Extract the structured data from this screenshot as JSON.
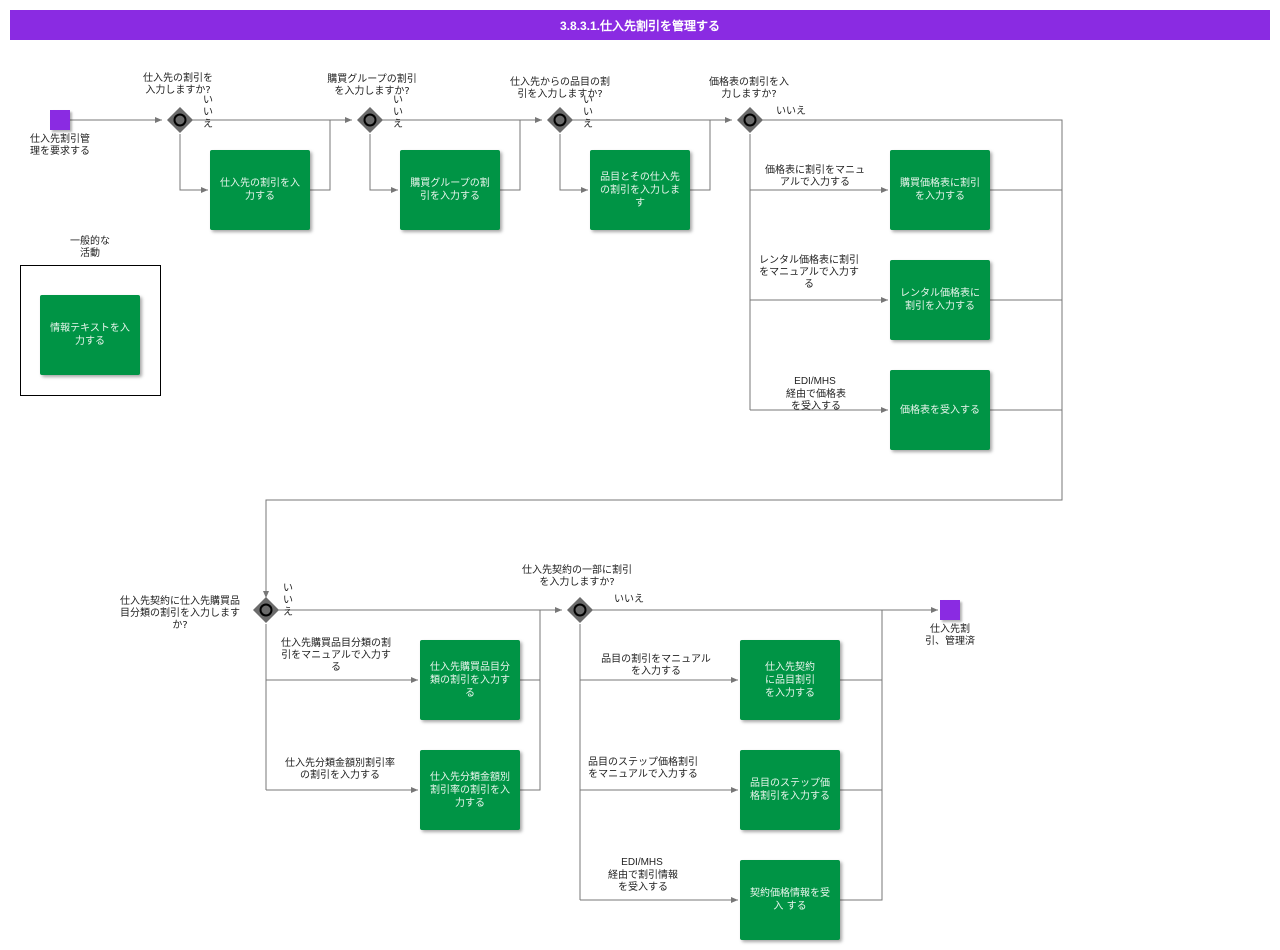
{
  "title": "3.8.3.1.仕入先割引を管理する",
  "start_event": {
    "label": "仕入先割引管\n理を要求する"
  },
  "end_event": {
    "label": "仕入先割\n引、管理済"
  },
  "legend": {
    "title": "一般的な\n活動",
    "task": "情報テキストを入\n力する"
  },
  "gateways": {
    "g1": {
      "question": "仕入先の割引を\n入力しますか?",
      "no": "い\nい\nえ"
    },
    "g2": {
      "question": "購買グループの割引\nを入力しますか?",
      "no": "い\nい\nえ"
    },
    "g3": {
      "question": "仕入先からの品目の割\n引を入力しますか?",
      "no": "い\nい\nえ"
    },
    "g4": {
      "question": "価格表の割引を入\n力しますか?",
      "no": "いいえ"
    },
    "g5": {
      "question": "仕入先契約に仕入先購買品\n目分類の割引を入力します\nか?",
      "no": "い\nい\nえ"
    },
    "g6": {
      "question": "仕入先契約の一部に割引\nを入力しますか?",
      "no": "いいえ"
    }
  },
  "tasks": {
    "t1": "仕入先の割引を入\n力する",
    "t2": "購買グループの割\n引を入力する",
    "t3": "品目とその仕入先\nの割引を入力しま\nす",
    "t4": "購買価格表に割引\nを入力する",
    "t5": "レンタル価格表に\n割引を入力する",
    "t6": "価格表を受入する",
    "t7": "仕入先購買品目分\n類の割引を入力す\nる",
    "t8": "仕入先分類金額別\n割引率の割引を入\n力する",
    "t9": "仕入先契約\nに品目割引\nを入力する",
    "t10": "品目のステップ価\n格割引を入力する",
    "t11": "契約価格情報を受\n入 する"
  },
  "flow_labels": {
    "f4": "価格表に割引をマニュ\nアルで入力する",
    "f5": "レンタル価格表に割引\nをマニュアルで入力す\nる",
    "f6_top": "EDI/MHS",
    "f6": "経由で価格表\nを受入する",
    "f7": "仕入先購買品目分類の割\n引をマニュアルで入力す\nる",
    "f8": "仕入先分類金額別割引率\nの割引を入力する",
    "f9": "品目の割引をマニュアル\nを入力する",
    "f10": "品目のステップ価格割引\nをマニュアルで入力する",
    "f11_top": "EDI/MHS",
    "f11": "経由で割引情報\nを受入する"
  },
  "colors": {
    "title_bar": "#8a2be2",
    "event": "#8a2be2",
    "task": "#009445",
    "gateway": "#6b6b6b",
    "line": "#777777"
  }
}
